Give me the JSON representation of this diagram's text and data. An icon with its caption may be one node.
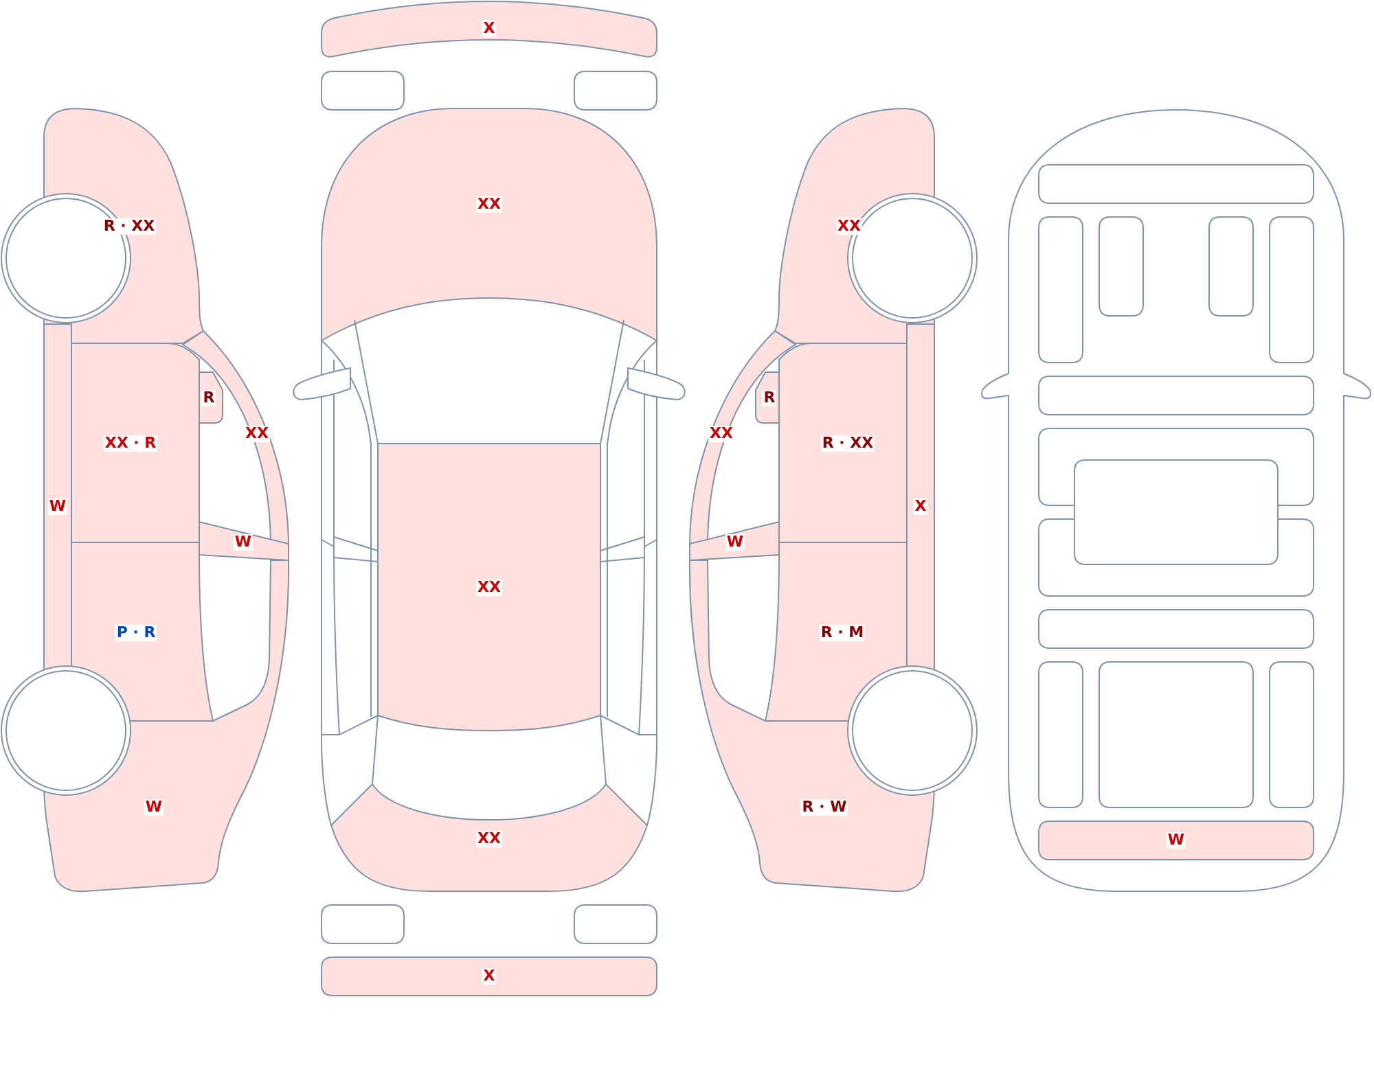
{
  "diagram": {
    "nodes": [
      {
        "text": [
          "R · XX"
        ]
      },
      {
        "text": [
          "R"
        ]
      },
      {
        "text": [
          "XX"
        ]
      },
      {
        "text": [
          "XX · R"
        ]
      },
      {
        "text": [
          "W"
        ]
      },
      {
        "text": [
          "W"
        ]
      },
      {
        "text": [
          "P · R"
        ]
      },
      {
        "text": [
          "W"
        ]
      },
      {
        "text": [
          "X"
        ]
      },
      {
        "text": [],
        "shape": "box"
      },
      {
        "text": [],
        "shape": "box"
      },
      {
        "text": [
          "XX"
        ]
      },
      {
        "text": [
          "XX"
        ]
      },
      {
        "text": [
          "XX"
        ]
      },
      {
        "text": [],
        "shape": "box"
      },
      {
        "text": [],
        "shape": "box"
      },
      {
        "text": [
          "X"
        ]
      },
      {
        "text": [
          "XX"
        ]
      },
      {
        "text": [
          "R"
        ]
      },
      {
        "text": [
          "XX"
        ]
      },
      {
        "text": [
          "R · XX"
        ]
      },
      {
        "text": [
          "X"
        ]
      },
      {
        "text": [
          "W"
        ]
      },
      {
        "text": [
          "R · M"
        ]
      },
      {
        "text": [
          "R · W"
        ]
      },
      {
        "text": [],
        "shape": "box"
      },
      {
        "text": [],
        "shape": "box"
      },
      {
        "text": [],
        "shape": "box"
      },
      {
        "text": [],
        "shape": "box"
      },
      {
        "text": [],
        "shape": "box"
      },
      {
        "text": [],
        "shape": "box"
      },
      {
        "text": [],
        "shape": "box"
      },
      {
        "text": [],
        "shape": "box"
      },
      {
        "text": [],
        "shape": "box"
      },
      {
        "text": [],
        "shape": "box"
      },
      {
        "text": [],
        "shape": "box"
      },
      {
        "text": [],
        "shape": "box"
      },
      {
        "text": [],
        "shape": "box"
      },
      {
        "text": [
          "W"
        ]
      }
    ]
  }
}
